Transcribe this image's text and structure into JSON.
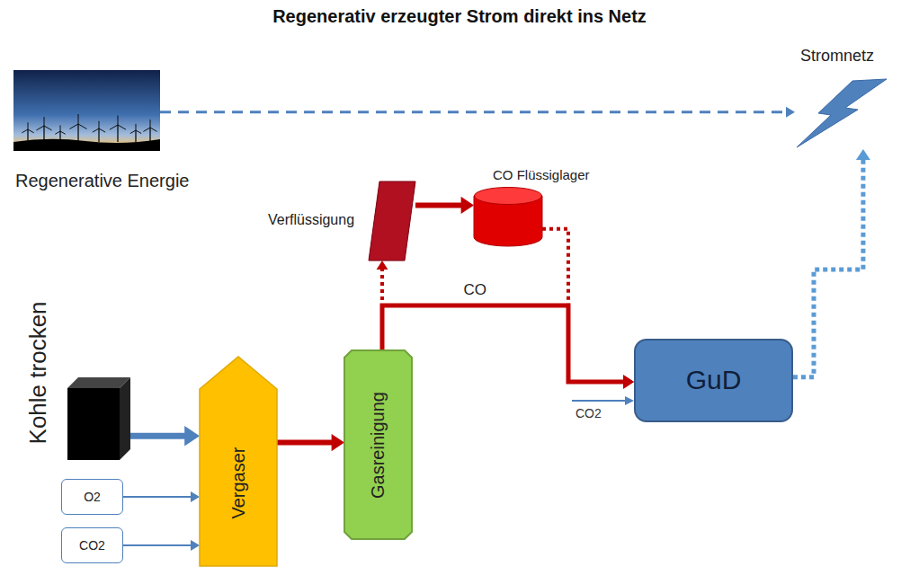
{
  "diagram": {
    "title": "Regenerativ erzeugter Strom direkt ins Netz",
    "nodes": [
      {
        "text": [
          "Regenerative Energie"
        ]
      },
      {
        "text": [
          "Stromnetz"
        ]
      },
      {
        "text": [
          "Verflüssigung"
        ]
      },
      {
        "text": [
          "CO Flüssiglager"
        ]
      },
      {
        "text": [
          "Kohle trocken"
        ]
      },
      {
        "text": [
          "O2"
        ]
      },
      {
        "text": [
          "CO2"
        ]
      },
      {
        "text": [
          "Vergaser"
        ]
      },
      {
        "text": [
          "Gasreinigung"
        ]
      },
      {
        "text": [
          "GuD"
        ]
      }
    ],
    "edges": [
      {
        "from": 0,
        "to": 1,
        "arrow": "to"
      },
      {
        "from": 4,
        "to": 7,
        "arrow": "to"
      },
      {
        "from": 5,
        "to": 7,
        "arrow": "to"
      },
      {
        "from": 6,
        "to": 7,
        "arrow": "to"
      },
      {
        "from": 7,
        "to": 8,
        "arrow": "to"
      },
      {
        "from": 8,
        "to": 2,
        "arrow": "to"
      },
      {
        "from": 2,
        "to": 3,
        "arrow": "to"
      },
      {
        "from": 3,
        "to": 9,
        "arrow": "to"
      },
      {
        "from": 8,
        "to": 9,
        "label": "CO",
        "arrow": "to"
      },
      {
        "from": 9,
        "to": 1,
        "arrow": "to"
      }
    ],
    "labels": [
      "CO2"
    ]
  }
}
